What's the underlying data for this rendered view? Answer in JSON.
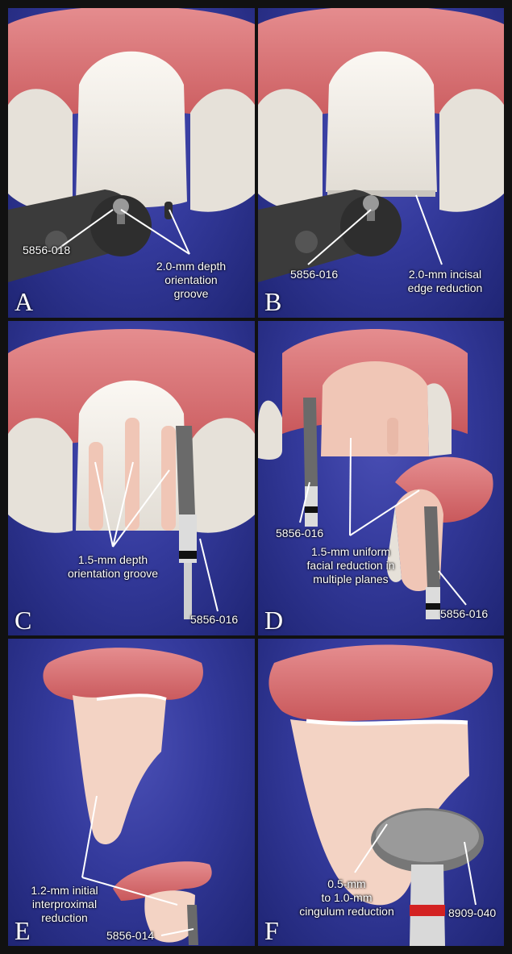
{
  "panels": {
    "A": {
      "letter": "A",
      "bur": "5856-018",
      "note": [
        "2.0-mm depth",
        "orientation",
        "groove"
      ]
    },
    "B": {
      "letter": "B",
      "bur": "5856-016",
      "note": [
        "2.0-mm incisal",
        "edge reduction"
      ]
    },
    "C": {
      "letter": "C",
      "note": [
        "1.5-mm depth",
        "orientation groove"
      ],
      "bur": "5856-016"
    },
    "D": {
      "letter": "D",
      "bur_left": "5856-016",
      "note": [
        "1.5-mm uniform",
        "facial reduction in",
        "multiple planes"
      ],
      "bur_right": "5856-016"
    },
    "E": {
      "letter": "E",
      "note": [
        "1.2-mm initial",
        "interproximal",
        "reduction"
      ],
      "bur": "5856-014"
    },
    "F": {
      "letter": "F",
      "note": [
        "0.5-mm",
        "to 1.0-mm",
        "cingulum reduction"
      ],
      "bur": "8909-040"
    }
  },
  "colors": {
    "background": "#2f3595",
    "gum": "#d46a6c",
    "tooth": "#f3eee8",
    "prepared": "#f0c6b6",
    "bur": "#555555",
    "frame": "#111111"
  }
}
